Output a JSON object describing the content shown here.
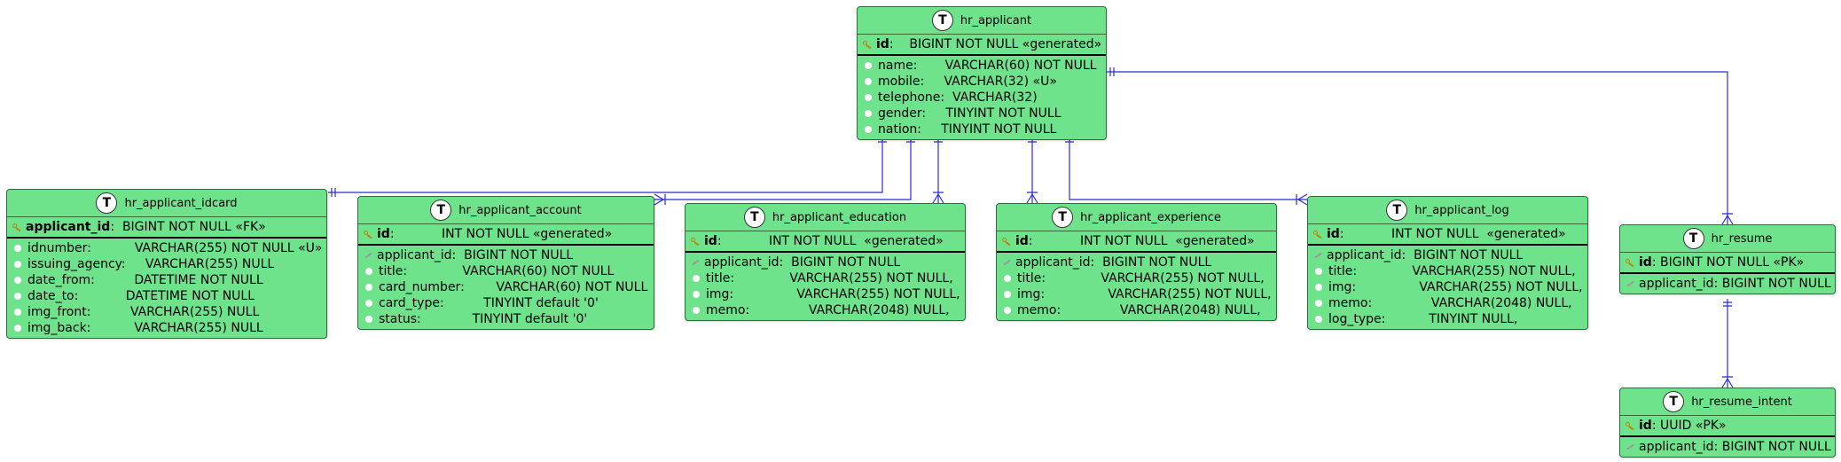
{
  "entities": {
    "hr_applicant": {
      "title": "hr_applicant",
      "keys": [
        {
          "icon": "key-icon",
          "bold": "id",
          "rest": ":    BIGINT NOT NULL «generated»"
        }
      ],
      "fields": [
        "name:       VARCHAR(60) NOT NULL",
        "mobile:     VARCHAR(32) «U»",
        "telephone:  VARCHAR(32)",
        "gender:     TINYINT NOT NULL",
        "nation:     TINYINT NOT NULL"
      ]
    },
    "hr_applicant_idcard": {
      "title": "hr_applicant_idcard",
      "keys": [
        {
          "icon": "key-icon",
          "bold": "applicant_id",
          "rest": ":  BIGINT NOT NULL «FK»"
        }
      ],
      "fields": [
        "idnumber:           VARCHAR(255) NOT NULL «U»",
        "issuing_agency:     VARCHAR(255) NULL",
        "date_from:          DATETIME NOT NULL",
        "date_to:            DATETIME NOT NULL",
        "img_front:          VARCHAR(255) NULL",
        "img_back:           VARCHAR(255) NULL"
      ]
    },
    "hr_applicant_account": {
      "title": "hr_applicant_account",
      "keys": [
        {
          "icon": "key-icon",
          "bold": "id",
          "rest": ":            INT NOT NULL «generated»"
        }
      ],
      "fks": [
        "applicant_id:  BIGINT NOT NULL"
      ],
      "fields": [
        "title:              VARCHAR(60) NOT NULL",
        "card_number:        VARCHAR(60) NOT NULL",
        "card_type:          TINYINT default '0'",
        "status:             TINYINT default '0'"
      ]
    },
    "hr_applicant_education": {
      "title": "hr_applicant_education",
      "keys": [
        {
          "icon": "key-icon",
          "bold": "id",
          "rest": ":            INT NOT NULL  «generated»"
        }
      ],
      "fks": [
        "applicant_id:  BIGINT NOT NULL"
      ],
      "fields": [
        "title:              VARCHAR(255) NOT NULL,",
        "img:                VARCHAR(255) NOT NULL,",
        "memo:               VARCHAR(2048) NULL,"
      ]
    },
    "hr_applicant_experience": {
      "title": "hr_applicant_experience",
      "keys": [
        {
          "icon": "key-icon",
          "bold": "id",
          "rest": ":            INT NOT NULL  «generated»"
        }
      ],
      "fks": [
        "applicant_id:  BIGINT NOT NULL"
      ],
      "fields": [
        "title:              VARCHAR(255) NOT NULL,",
        "img:                VARCHAR(255) NOT NULL,",
        "memo:               VARCHAR(2048) NULL,"
      ]
    },
    "hr_applicant_log": {
      "title": "hr_applicant_log",
      "keys": [
        {
          "icon": "key-icon",
          "bold": "id",
          "rest": ":            INT NOT NULL  «generated»"
        }
      ],
      "fks": [
        "applicant_id:  BIGINT NOT NULL"
      ],
      "fields": [
        "title:              VARCHAR(255) NOT NULL,",
        "img:                VARCHAR(255) NOT NULL,",
        "memo:               VARCHAR(2048) NULL,",
        "log_type:           TINYINT NULL,"
      ]
    },
    "hr_resume": {
      "title": "hr_resume",
      "keys": [
        {
          "icon": "key-icon",
          "bold": "id",
          "rest": ": BIGINT NOT NULL «PK»"
        }
      ],
      "fks": [
        "applicant_id: BIGINT NOT NULL"
      ]
    },
    "hr_resume_intent": {
      "title": "hr_resume_intent",
      "keys": [
        {
          "icon": "key-icon",
          "bold": "id",
          "rest": ": UUID «PK»"
        }
      ],
      "fks": [
        "applicant_id: BIGINT NOT NULL"
      ]
    }
  },
  "colors": {
    "entity_fill": "#6fe38c",
    "link": "#2b2bd4"
  }
}
